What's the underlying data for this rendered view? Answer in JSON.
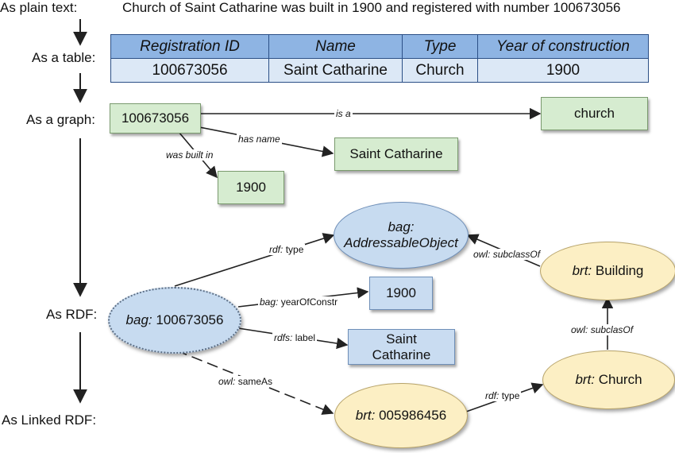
{
  "rows": {
    "plain": "As plain text:",
    "table": "As a table:",
    "graph": "As a graph:",
    "rdf": "As RDF:",
    "linked": "As Linked RDF:"
  },
  "plain_text": "Church of Saint Catharine was built in 1900 and registered with number 100673056",
  "table": {
    "headers": [
      "Registration ID",
      "Name",
      "Type",
      "Year of construction"
    ],
    "row": [
      "100673056",
      "Saint Catharine",
      "Church",
      "1900"
    ]
  },
  "graph": {
    "nodes": {
      "id": "100673056",
      "church": "church",
      "name": "Saint Catharine",
      "year": "1900"
    },
    "edges": {
      "is_a": "is a",
      "has_name": "has name",
      "built_in": "was built in"
    }
  },
  "rdf": {
    "nodes": {
      "bag_prefix": "bag:",
      "bag_id": "100673056",
      "addr_prefix": "bag:",
      "addr_name": "AddressableObject",
      "year": "1900",
      "label_line1": "Saint",
      "label_line2": "Catharine",
      "building_prefix": "brt:",
      "building_name": "Building",
      "church_prefix": "brt:",
      "church_name": "Church",
      "brt_prefix": "brt:",
      "brt_id": "005986456"
    },
    "edges": {
      "type_prefix": "rdf:",
      "type_name": "type",
      "year_prefix": "bag:",
      "year_name": "yearOfConstr",
      "label_prefix": "rdfs:",
      "label_name": "label",
      "sameas_prefix": "owl:",
      "sameas_name": "sameAs",
      "sub1_prefix": "owl:",
      "sub1_name": "subclassOf",
      "sub2_prefix": "owl:",
      "sub2_name": "subclasOf",
      "type2_prefix": "rdf:",
      "type2_name": "type"
    }
  },
  "colors": {
    "table_header": "#8eb4e3",
    "table_cell": "#dce8f6",
    "graph_node": "#d6ecd0",
    "rdf_blue": "#c7dbf0",
    "rdf_yellow": "#fcefc4"
  }
}
